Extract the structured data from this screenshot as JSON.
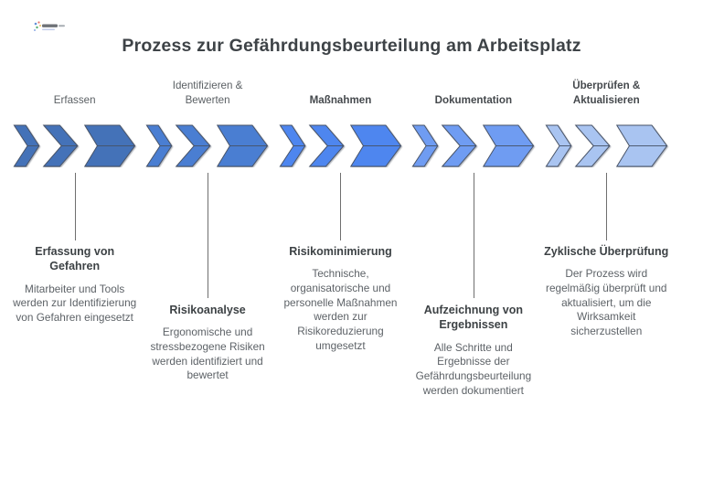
{
  "title": "Prozess zur Gefährdungsbeurteilung am Arbeitsplatz",
  "colors": {
    "chevron_outline": "#475266",
    "connector_line": "#6f6f6f",
    "title_text": "#3e4347",
    "body_text": "#5d6267"
  },
  "logo": {
    "name": "brand-logo-watermark"
  },
  "stages": [
    {
      "top_label": "Erfassen",
      "heading": "Erfassung von Gefahren",
      "body": "Mitarbeiter und Tools werden zur Identifizierung von Gefahren eingesetzt",
      "color": "#4472b8"
    },
    {
      "top_label": "Identifizieren & Bewerten",
      "heading": "Risikoanalyse",
      "body": "Ergonomische und stressbezogene Risiken werden identifiziert und bewertet",
      "color": "#4a7ed2"
    },
    {
      "top_label": "Maßnahmen",
      "heading": "Risikominimierung",
      "body": "Technische, organisatorische und personelle Maßnahmen werden zur Risikoreduzierung umgesetzt",
      "color": "#4e86ef"
    },
    {
      "top_label": "Dokumentation",
      "heading": "Aufzeichnung von Ergebnissen",
      "body": "Alle Schritte und Ergebnisse der Gefährdungsbeurteilung werden dokumentiert",
      "color": "#6f9cf2"
    },
    {
      "top_label": "Überprüfen & Aktualisieren",
      "heading": "Zyklische Überprüfung",
      "body": "Der Prozess wird regelmäßig überprüft und aktualisiert, um die Wirksamkeit sicherzustellen",
      "color": "#a9c4f1"
    }
  ]
}
